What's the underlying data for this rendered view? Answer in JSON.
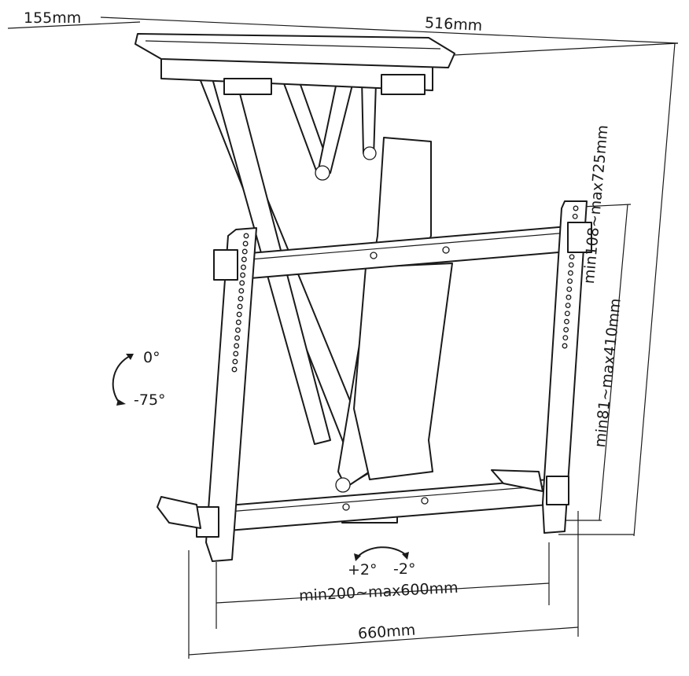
{
  "dimensions": {
    "depth": "155mm",
    "width_top": "516mm",
    "height_range": "min108~max725mm",
    "vesa_vertical": "min81~max410mm",
    "vesa_horizontal": "min200~max600mm",
    "width_total": "660mm"
  },
  "tilt": {
    "max": "0°",
    "min": "-75°"
  },
  "swivel": {
    "plus": "+2°",
    "minus": "-2°"
  },
  "colors": {
    "line": "#1a1a1a",
    "background": "#ffffff"
  }
}
